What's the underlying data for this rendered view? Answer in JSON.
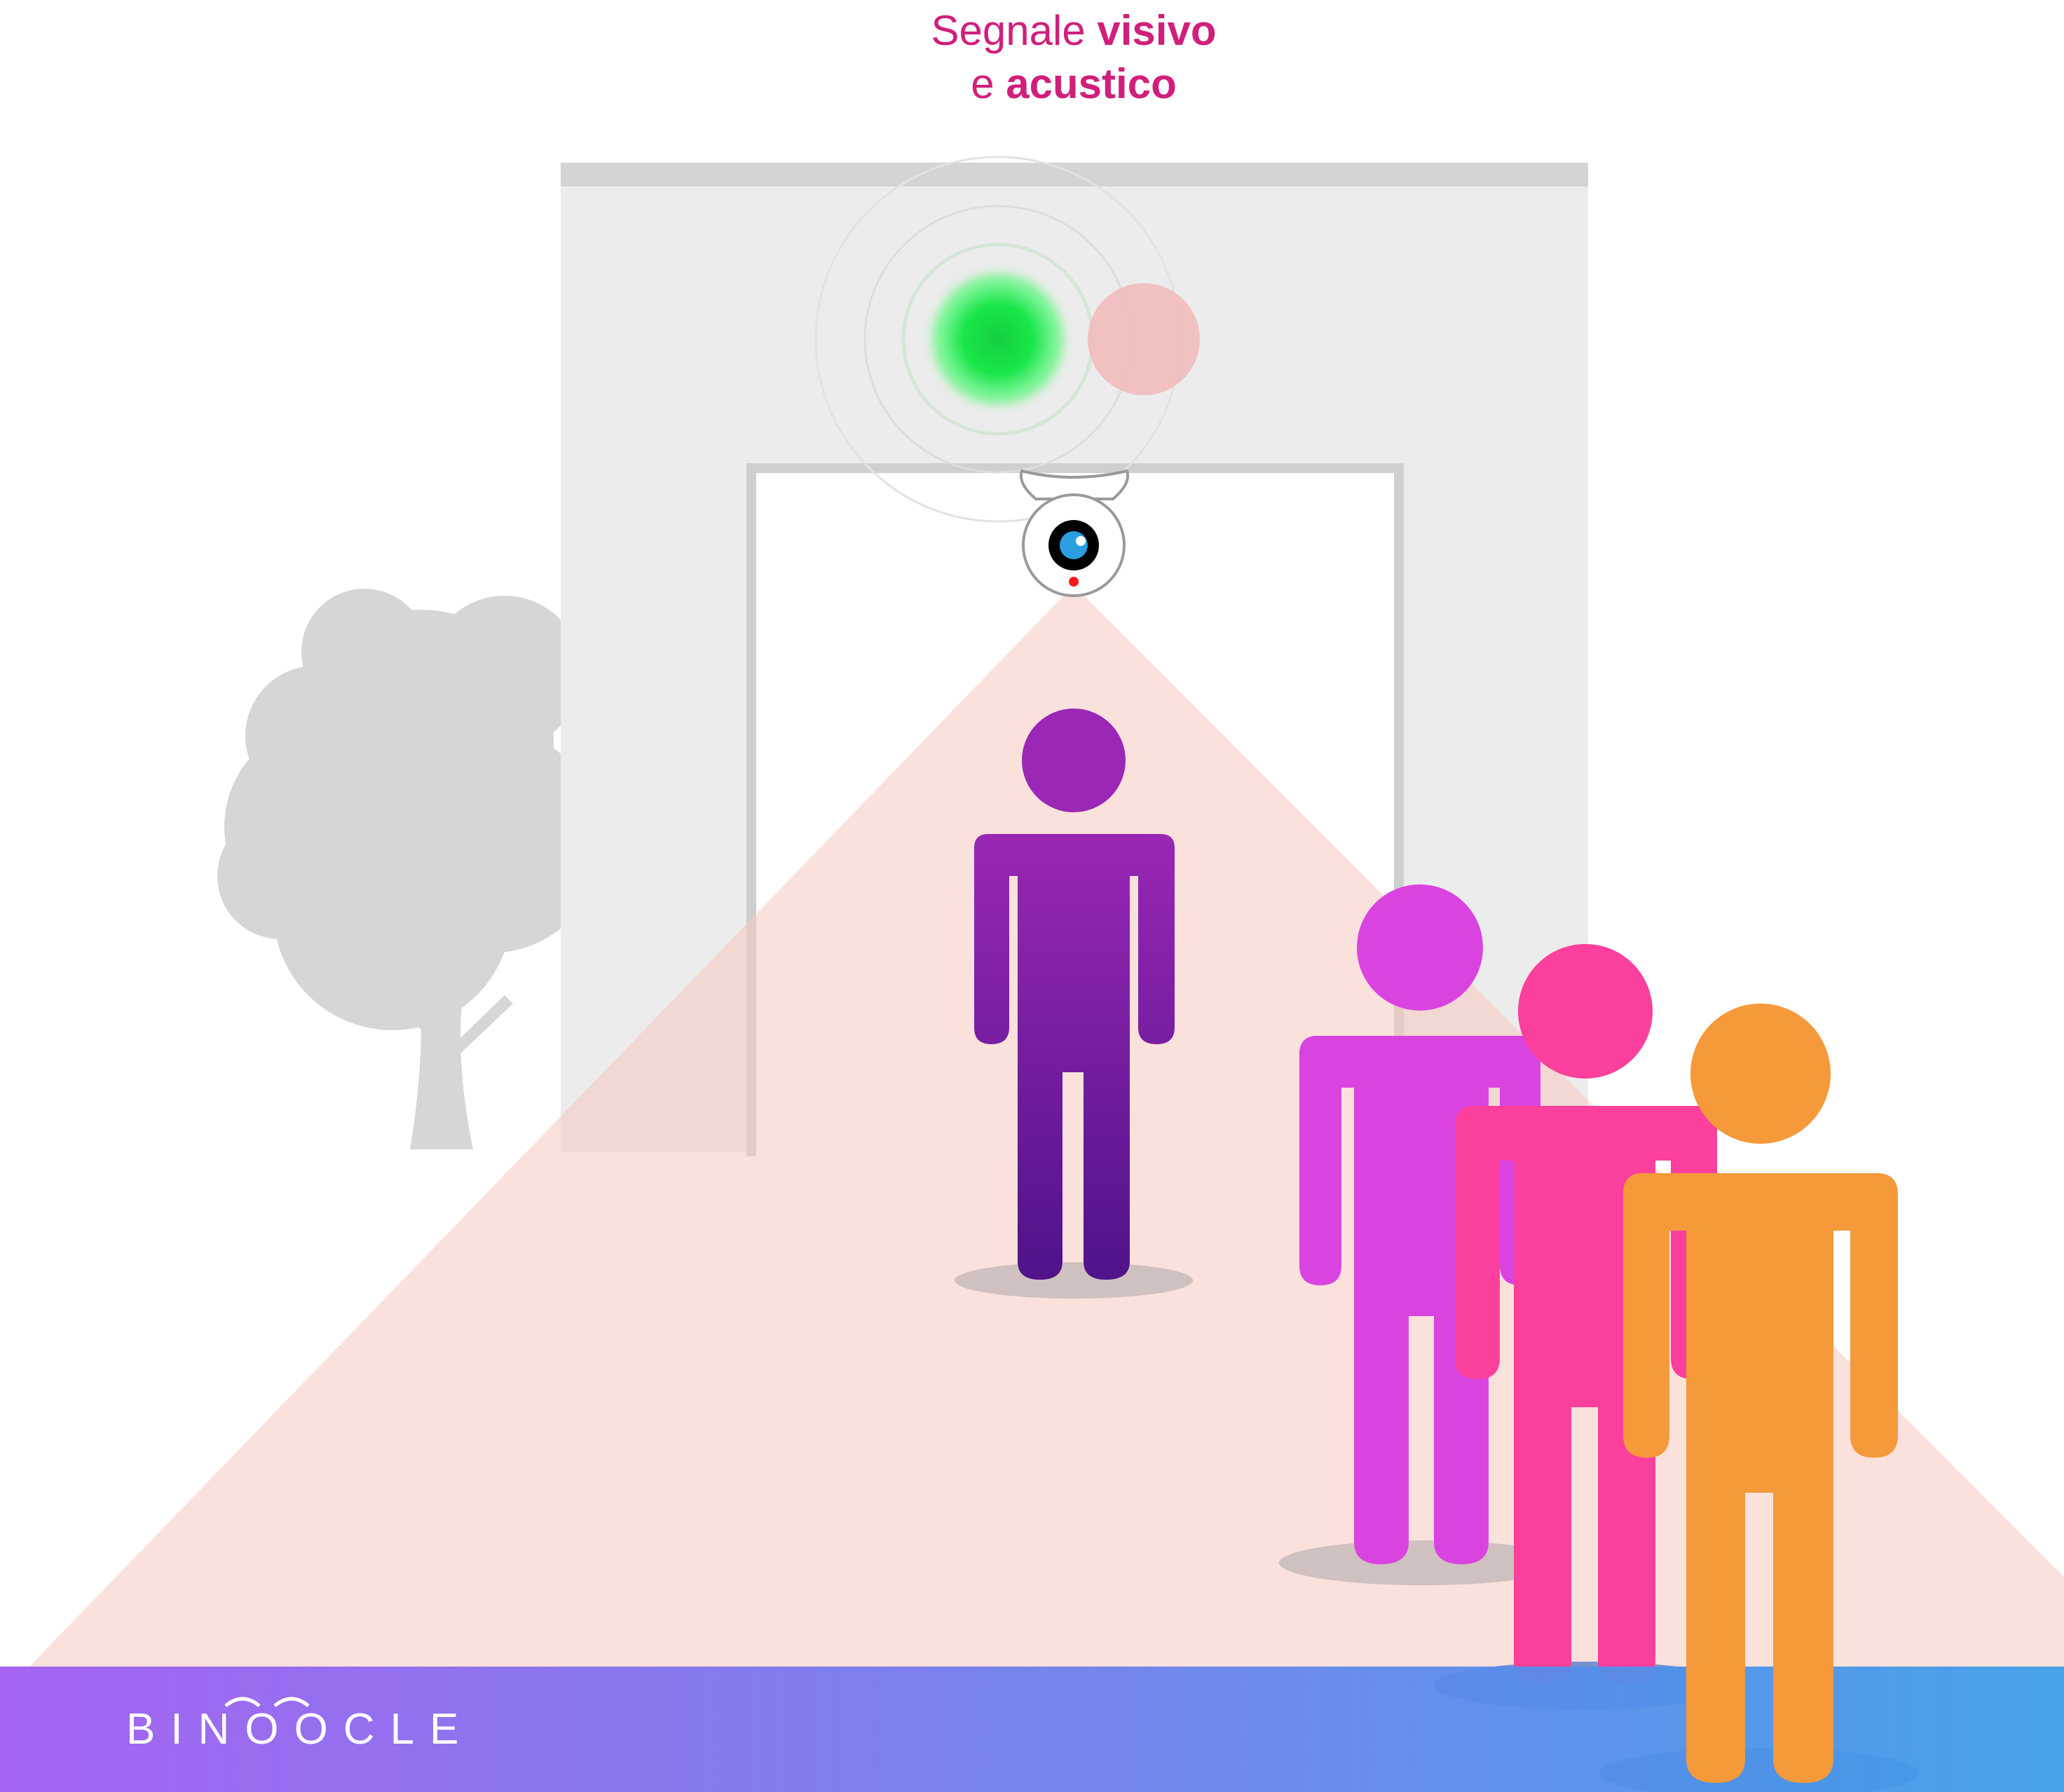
{
  "caption": {
    "line1_prefix": "Segnale",
    "line1_bold": "visivo",
    "line2_prefix": "e",
    "line2_bold": "acustico"
  },
  "brand": {
    "name": "BINOOCLE"
  },
  "colors": {
    "caption": "#d01f7b",
    "light_green": "#19e64a",
    "light_red": "#f2b9b9",
    "detection_zone": "#fbe0dc",
    "wall": "#ececec",
    "person_inside": "#6a1a9a",
    "person_queue_1": "#d944e0",
    "person_queue_2": "#fb3f9c",
    "person_queue_3": "#f5993a",
    "banner_start": "#a05cf0",
    "banner_end": "#3e9de8"
  },
  "icons": [
    "tree-icon",
    "sensor-camera-icon",
    "traffic-light-icon",
    "person-icon"
  ]
}
